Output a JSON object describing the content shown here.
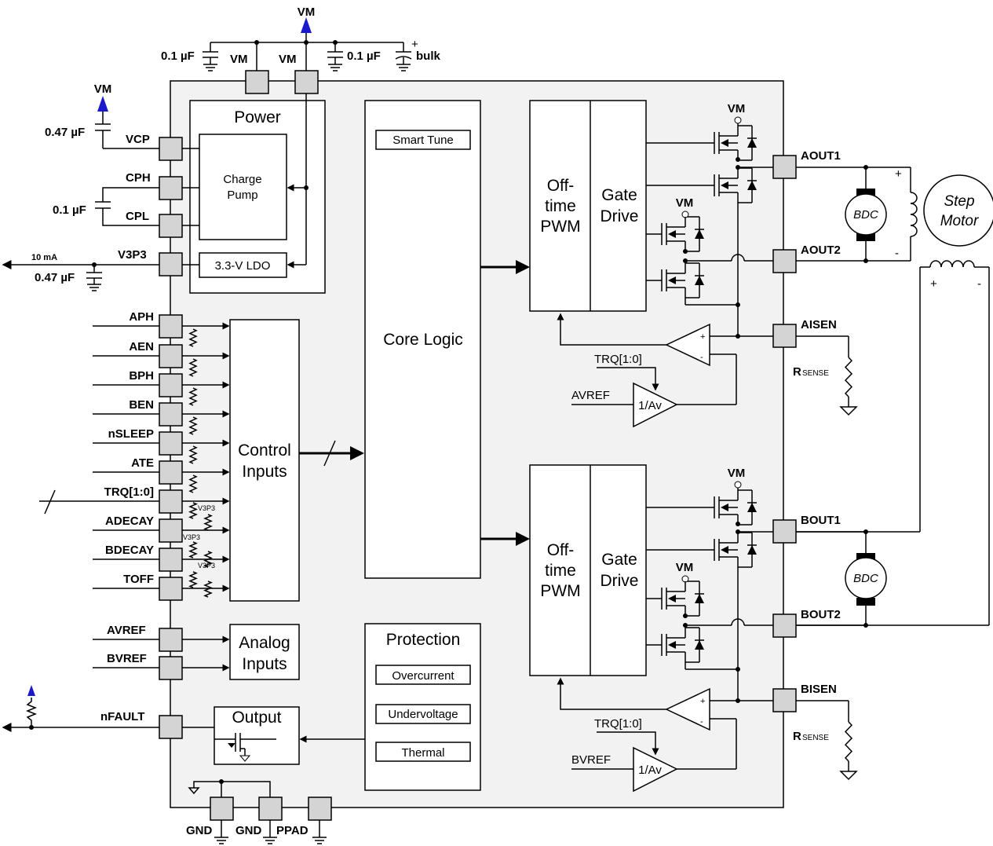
{
  "supply": {
    "vm": "VM",
    "cap_01": "0.1 µF",
    "cap_047": "0.47 µF",
    "bulk": "bulk",
    "plus": "+",
    "minus": "-"
  },
  "blocks": {
    "power": "Power",
    "charge_pump": [
      "Charge",
      "Pump"
    ],
    "ldo": "3.3-V LDO",
    "smart_tune": "Smart Tune",
    "core_logic": "Core Logic",
    "control_inputs": [
      "Control",
      "Inputs"
    ],
    "analog_inputs": [
      "Analog",
      "Inputs"
    ],
    "output": "Output",
    "protection": "Protection",
    "overcurrent": "Overcurrent",
    "undervoltage": "Undervoltage",
    "thermal": "Thermal",
    "off_time_pwm": [
      "Off-",
      "time",
      "PWM"
    ],
    "gate_drive": [
      "Gate",
      "Drive"
    ],
    "atten": "1/Av"
  },
  "pins": {
    "vcp": "VCP",
    "cph": "CPH",
    "cpl": "CPL",
    "v3p3": "V3P3",
    "current": "10 mA",
    "inputs": [
      "APH",
      "AEN",
      "BPH",
      "BEN",
      "nSLEEP",
      "ATE",
      "TRQ[1:0]",
      "ADECAY",
      "BDECAY",
      "TOFF"
    ],
    "avref": "AVREF",
    "bvref": "BVREF",
    "nfault": "nFAULT",
    "gnd": "GND",
    "ppad": "PPAD",
    "aout1": "AOUT1",
    "aout2": "AOUT2",
    "aisen": "AISEN",
    "bout1": "BOUT1",
    "bout2": "BOUT2",
    "bisen": "BISEN",
    "rsense": "R",
    "rsense_sub": "SENSE",
    "trq": "TRQ[1:0]",
    "v3p3_small": "V3P3"
  },
  "loads": {
    "bdc": "BDC",
    "step_motor": [
      "Step",
      "Motor"
    ]
  }
}
